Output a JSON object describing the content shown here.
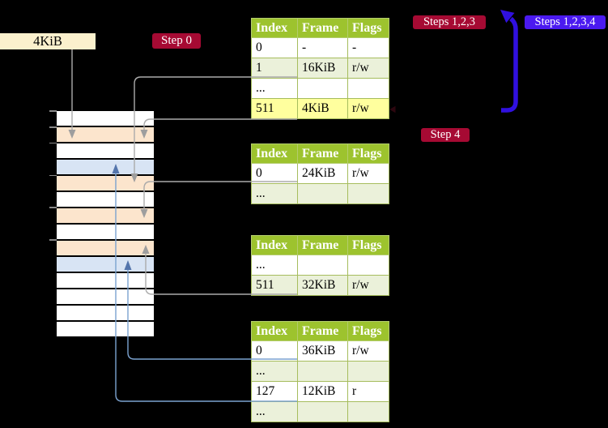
{
  "labels": {
    "frame_4kib": "4KiB",
    "step0": "Step 0",
    "steps123": "Steps 1,2,3",
    "steps1234": "Steps 1,2,3,4",
    "step4": "Step 4"
  },
  "colors": {
    "page_bg": "#000000",
    "crimson_badge": "#a60a33",
    "blue_badge": "#4b1af0",
    "blue_arrow": "#3010e0",
    "cream_label": "#fbf0cd",
    "table_header_bg": "#9dc32e",
    "table_border": "#a6bd5d",
    "row_alt_green": "#ebf1da",
    "row_highlight_yellow": "#ffff9e",
    "mem_white": "#ffffff",
    "mem_peach": "#fce5cd",
    "mem_blue": "#d8e4f4",
    "connector_gray": "#ababab",
    "connector_gray_head": "#9e9e9e",
    "connector_blue": "#7ba2cf",
    "connector_blue_head": "#5475ac",
    "tick_gray": "#8a8a8a",
    "marker_dark": "#2d060f"
  },
  "memory": {
    "rows": [
      "white",
      "peach",
      "white",
      "blue",
      "peach",
      "white",
      "peach",
      "white",
      "peach",
      "blue",
      "white",
      "white",
      "white",
      "white"
    ],
    "tick_boundaries": [
      0,
      1,
      2,
      4,
      6,
      8
    ]
  },
  "tables": [
    {
      "name": "page-table-level-4",
      "columns": [
        "Index",
        "Frame",
        "Flags"
      ],
      "rows": [
        {
          "cells": [
            "0",
            "-",
            "-"
          ],
          "shaded": false,
          "highlight": false
        },
        {
          "cells": [
            "1",
            "16KiB",
            "r/w"
          ],
          "shaded": true,
          "highlight": false
        },
        {
          "cells": [
            "...",
            "",
            ""
          ],
          "shaded": false,
          "highlight": false
        },
        {
          "cells": [
            "511",
            "4KiB",
            "r/w"
          ],
          "shaded": true,
          "highlight": true
        }
      ]
    },
    {
      "name": "page-table-level-3",
      "columns": [
        "Index",
        "Frame",
        "Flags"
      ],
      "rows": [
        {
          "cells": [
            "0",
            "24KiB",
            "r/w"
          ],
          "shaded": false,
          "highlight": false
        },
        {
          "cells": [
            "...",
            "",
            ""
          ],
          "shaded": true,
          "highlight": false
        }
      ]
    },
    {
      "name": "page-table-level-2",
      "columns": [
        "Index",
        "Frame",
        "Flags"
      ],
      "rows": [
        {
          "cells": [
            "...",
            "",
            ""
          ],
          "shaded": false,
          "highlight": false
        },
        {
          "cells": [
            "511",
            "32KiB",
            "r/w"
          ],
          "shaded": true,
          "highlight": false
        }
      ]
    },
    {
      "name": "page-table-level-1",
      "columns": [
        "Index",
        "Frame",
        "Flags"
      ],
      "rows": [
        {
          "cells": [
            "0",
            "36KiB",
            "r/w"
          ],
          "shaded": false,
          "highlight": false
        },
        {
          "cells": [
            "...",
            "",
            ""
          ],
          "shaded": true,
          "highlight": false
        },
        {
          "cells": [
            "127",
            "12KiB",
            "r"
          ],
          "shaded": false,
          "highlight": false
        },
        {
          "cells": [
            "...",
            "",
            ""
          ],
          "shaded": true,
          "highlight": false
        }
      ]
    }
  ]
}
